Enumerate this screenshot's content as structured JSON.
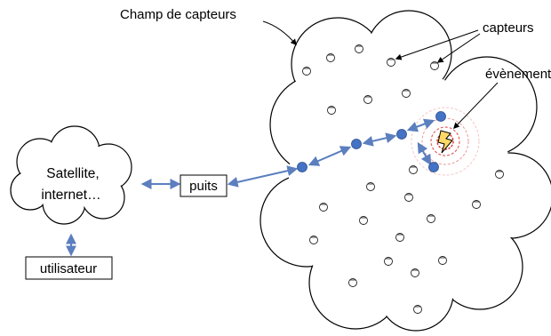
{
  "labels": {
    "field": "Champ de capteurs",
    "sensors": "capteurs",
    "event": "évènement",
    "source_line1": "Satellite,",
    "source_line2": "internet…",
    "sink": "puits",
    "user": "utilisateur"
  },
  "icons": {
    "sensor": "sensor-node-icon",
    "active": "active-node-icon",
    "event": "lightning-icon"
  },
  "colors": {
    "node": "#4472c4",
    "arrow": "#5b7fbf",
    "halo": "#e06666",
    "bolt": "#ffd966"
  }
}
